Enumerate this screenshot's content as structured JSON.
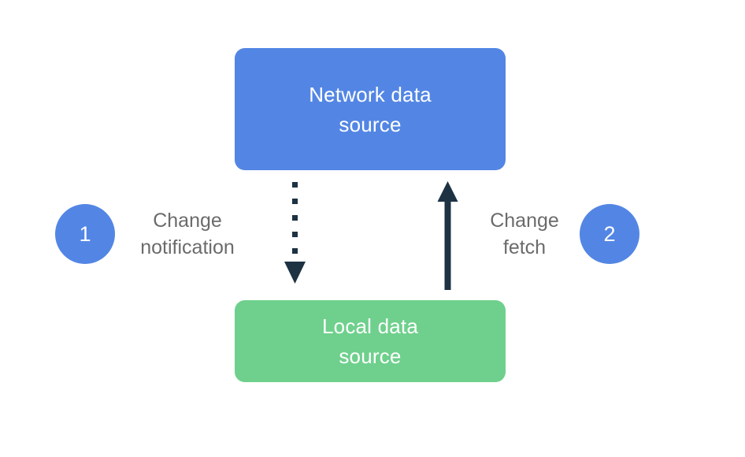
{
  "diagram": {
    "background_color": "#ffffff",
    "nodes": [
      {
        "id": "network-data-source",
        "label": "Network data\nsource",
        "color": "#5386E4",
        "text_color": "#ffffff"
      },
      {
        "id": "local-data-source",
        "label": "Local data\nsource",
        "color": "#6ED08C",
        "text_color": "#ffffff"
      }
    ],
    "badges": [
      {
        "id": "step-one",
        "label": "1",
        "color": "#5386E4",
        "text_color": "#ffffff"
      },
      {
        "id": "step-two",
        "label": "2",
        "color": "#5386E4",
        "text_color": "#ffffff"
      }
    ],
    "edges": [
      {
        "id": "change-notification",
        "label": "Change\nnotification",
        "style": "dotted",
        "direction": "down",
        "from": "network-data-source",
        "to": "local-data-source",
        "color": "#1D3243",
        "label_color": "#6B6B6B"
      },
      {
        "id": "change-fetch",
        "label": "Change\nfetch",
        "style": "solid",
        "direction": "up",
        "from": "local-data-source",
        "to": "network-data-source",
        "color": "#1D3243",
        "label_color": "#6B6B6B"
      }
    ]
  }
}
